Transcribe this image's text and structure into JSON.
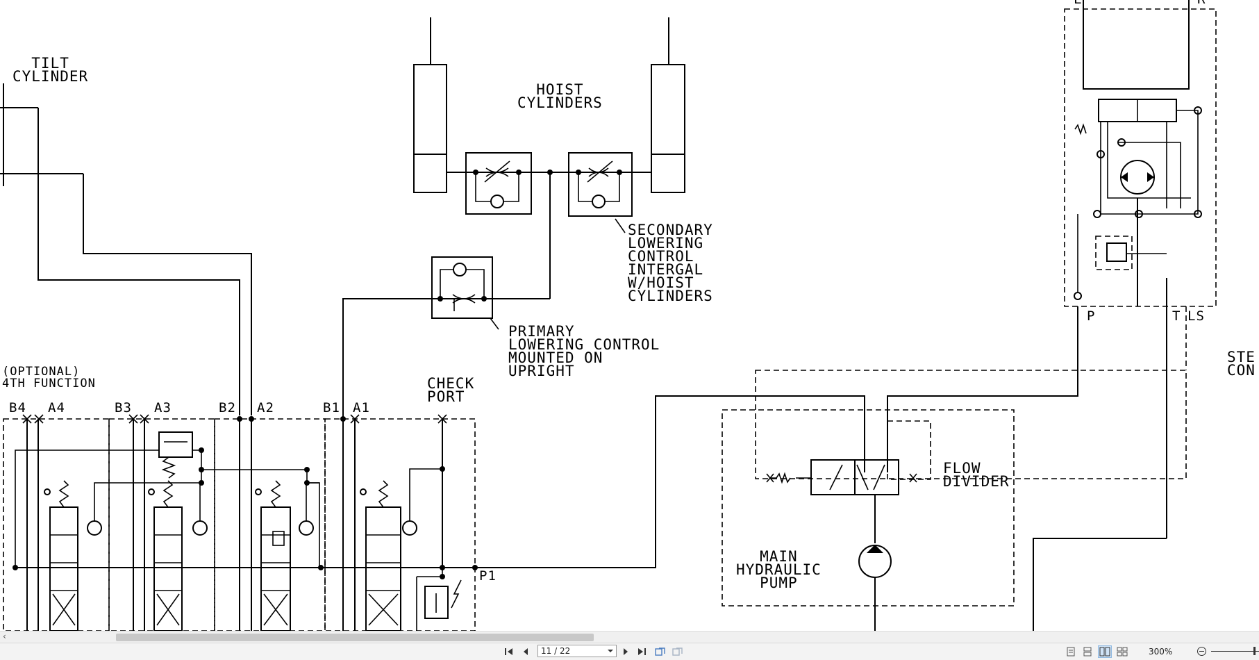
{
  "drawing": {
    "labels": {
      "tilt_cylinder": "TILT\nCYLINDER",
      "hoist_cylinders": "HOIST\nCYLINDERS",
      "secondary_lowering": "SECONDARY\nLOWERING\nCONTROL\nINTERGAL\nW/HOIST\nCYLINDERS",
      "primary_lowering": "PRIMARY\nLOWERING CONTROL\nMOUNTED ON\nUPRIGHT",
      "optional_4th": "(OPTIONAL)\n4TH FUNCTION",
      "check_port": "CHECK\nPORT",
      "flow_divider": "FLOW\nDIVIDER",
      "main_pump": "MAIN\nHYDRAULIC\nPUMP",
      "steering_cut": "STE\nCON",
      "p1": "P1",
      "port_p": "P",
      "port_t": "T",
      "port_ls": "LS",
      "port_l": "L",
      "port_r": "R"
    },
    "ports": [
      "B4",
      "A4",
      "B3",
      "A3",
      "B2",
      "A2",
      "B1",
      "A1"
    ]
  },
  "viewer": {
    "page_display": "11 / 22",
    "zoom": "300%",
    "icons": {
      "first": "first-page-icon",
      "prev": "previous-page-icon",
      "next": "next-page-icon",
      "last": "last-page-icon",
      "prev_view": "previous-view-icon",
      "next_view": "next-view-icon",
      "single": "single-page-icon",
      "continuous": "continuous-page-icon",
      "facing": "facing-pages-icon",
      "facing_continuous": "facing-continuous-icon",
      "zoom_out": "zoom-out-icon"
    }
  }
}
